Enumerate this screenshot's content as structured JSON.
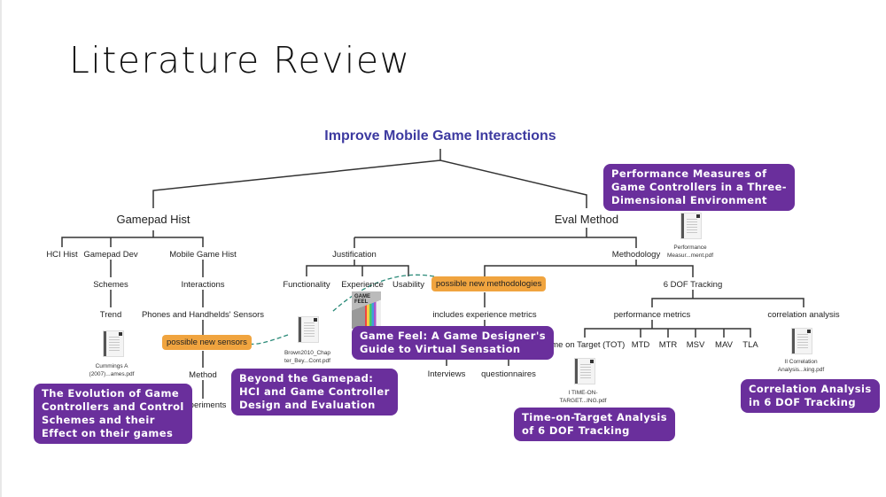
{
  "slide": {
    "title": "Literature Review"
  },
  "mindmap": {
    "root": "Improve Mobile Game Interactions",
    "gamepad_hist": {
      "label": "Gamepad Hist",
      "children": {
        "hci_hist": "HCI Hist",
        "gamepad_dev": "Gamepad Dev",
        "schemes": "Schemes",
        "trend": "Trend",
        "mobile_game_hist": "Mobile Game Hist",
        "interactions": "Interactions",
        "sensors": "Phones and Handhelds' Sensors",
        "possible_new_sensors": "possible new sensors",
        "method": "Method",
        "experiments": "Experiments"
      }
    },
    "eval_method": {
      "label": "Eval Method",
      "children": {
        "justification": "Justification",
        "functionality": "Functionality",
        "experience": "Experience",
        "usability": "Usability",
        "methodology": "Methodology",
        "possible_new_methodologies": "possible new methodologies",
        "includes_experience_metrics": "includes experience metrics",
        "interviews": "Interviews",
        "questionnaires": "questionnaires",
        "six_dof": "6 DOF Tracking",
        "performance_metrics": "performance metrics",
        "correlation_analysis": "correlation analysis",
        "metrics": [
          "Time on Target (TOT)",
          "MTD",
          "MTR",
          "MSV",
          "MAV",
          "TLA"
        ]
      }
    }
  },
  "references": [
    {
      "title": "The Evolution of Game\nControllers and Control\nSchemes and their\nEffect on their games",
      "file": "Cummings A\n(2007)...ames.pdf"
    },
    {
      "title": "Beyond the Gamepad:\nHCI and Game Controller\nDesign and Evaluation",
      "file": "Brown2010_Chap\nter_Bey...Cont.pdf"
    },
    {
      "title": "Game Feel: A Game Designer's\nGuide to Virtual Sensation",
      "file": "",
      "book_cover_text": "GAME\nFEEL"
    },
    {
      "title": "Performance Measures of\nGame Controllers in a Three-\nDimensional Environment",
      "file": "Performance\nMeasur...ment.pdf"
    },
    {
      "title": "Time-on-Target Analysis\nof 6 DOF Tracking",
      "file": "I TIME-ON-\nTARGET...ING.pdf"
    },
    {
      "title": "Correlation Analysis\nin 6 DOF Tracking",
      "file": "II Correlation\nAnalysis...king.pdf"
    }
  ],
  "colors": {
    "root": "#3d3aa0",
    "card": "#6a2f9c",
    "highlight": "#f0a43f",
    "link": "#2a8a78"
  }
}
